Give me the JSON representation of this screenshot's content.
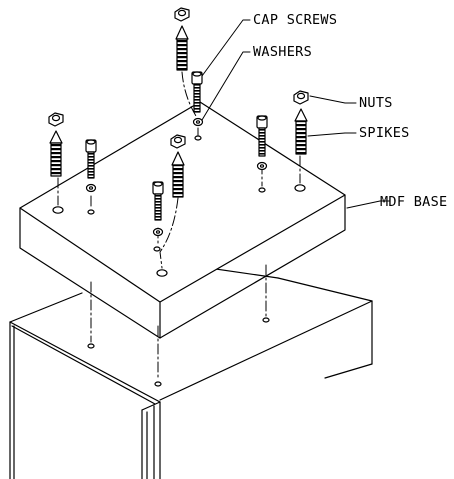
{
  "diagram": {
    "labels": {
      "cap_screws": "CAP SCREWS",
      "washers": "WASHERS",
      "nuts": "NUTS",
      "spikes": "SPIKES",
      "mdf_base": "MDF BASE"
    },
    "colors": {
      "line": "#000000",
      "background": "#ffffff"
    }
  }
}
